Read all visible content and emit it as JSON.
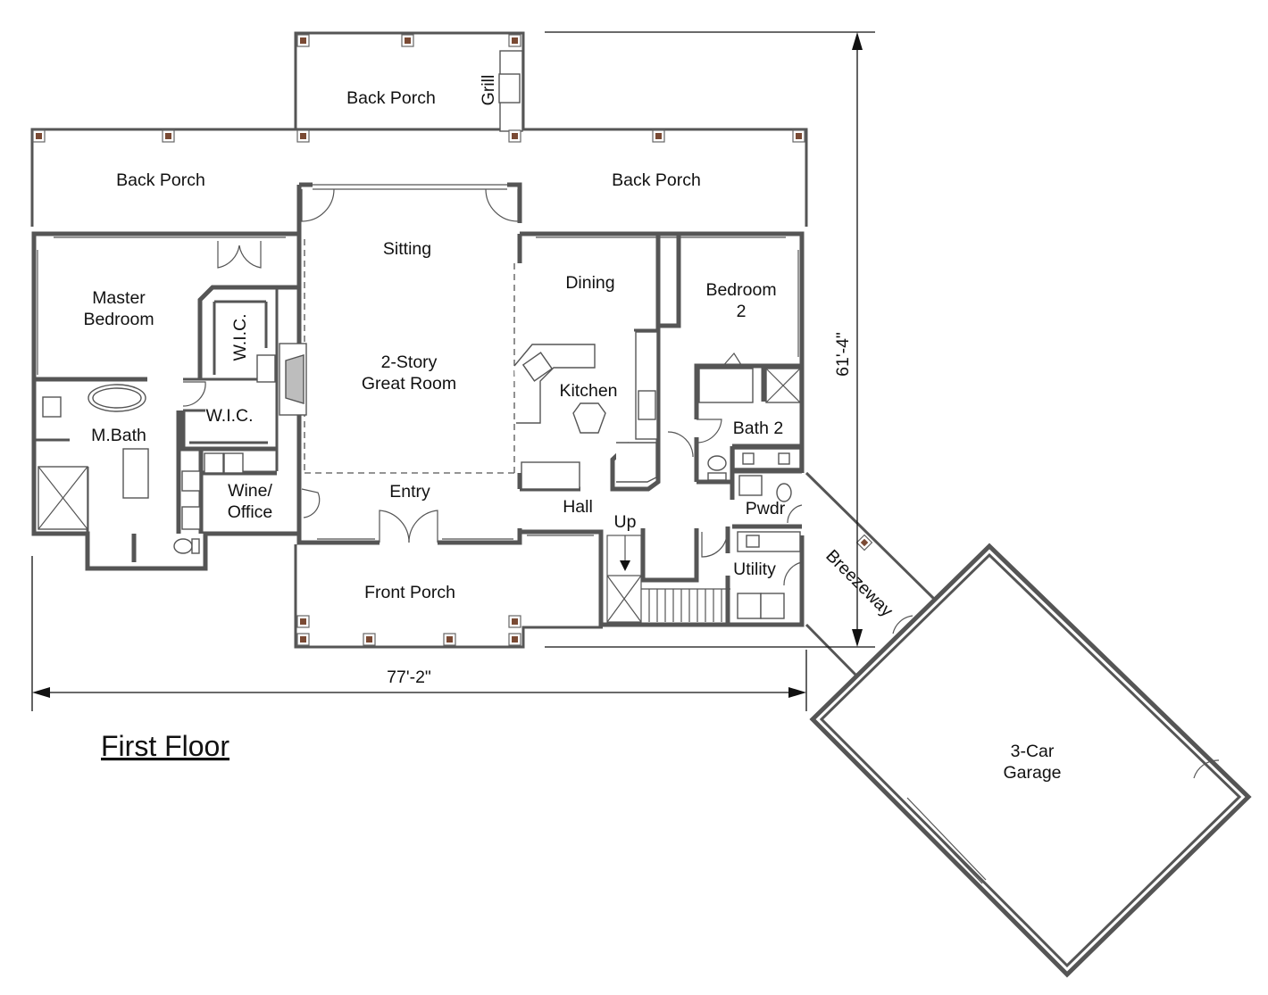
{
  "title": "First Floor",
  "rooms": {
    "back_porch_center": "Back Porch",
    "back_porch_left": "Back Porch",
    "back_porch_right": "Back Porch",
    "grill": "Grill",
    "sitting": "Sitting",
    "master_bedroom_line1": "Master",
    "master_bedroom_line2": "Bedroom",
    "wic_upper": "W.I.C.",
    "wic_lower": "W.I.C.",
    "great_room_line1": "2-Story",
    "great_room_line2": "Great Room",
    "dining": "Dining",
    "bedroom2_line1": "Bedroom",
    "bedroom2_line2": "2",
    "kitchen": "Kitchen",
    "bath2": "Bath 2",
    "mbath": "M.Bath",
    "wine_office_line1": "Wine/",
    "wine_office_line2": "Office",
    "entry": "Entry",
    "hall": "Hall",
    "up": "Up",
    "pwdr": "Pwdr",
    "utility": "Utility",
    "breezeway": "Breezeway",
    "front_porch": "Front Porch",
    "garage_line1": "3-Car",
    "garage_line2": "Garage"
  },
  "dimensions": {
    "width": "77'-2\"",
    "depth": "61'-4\""
  }
}
